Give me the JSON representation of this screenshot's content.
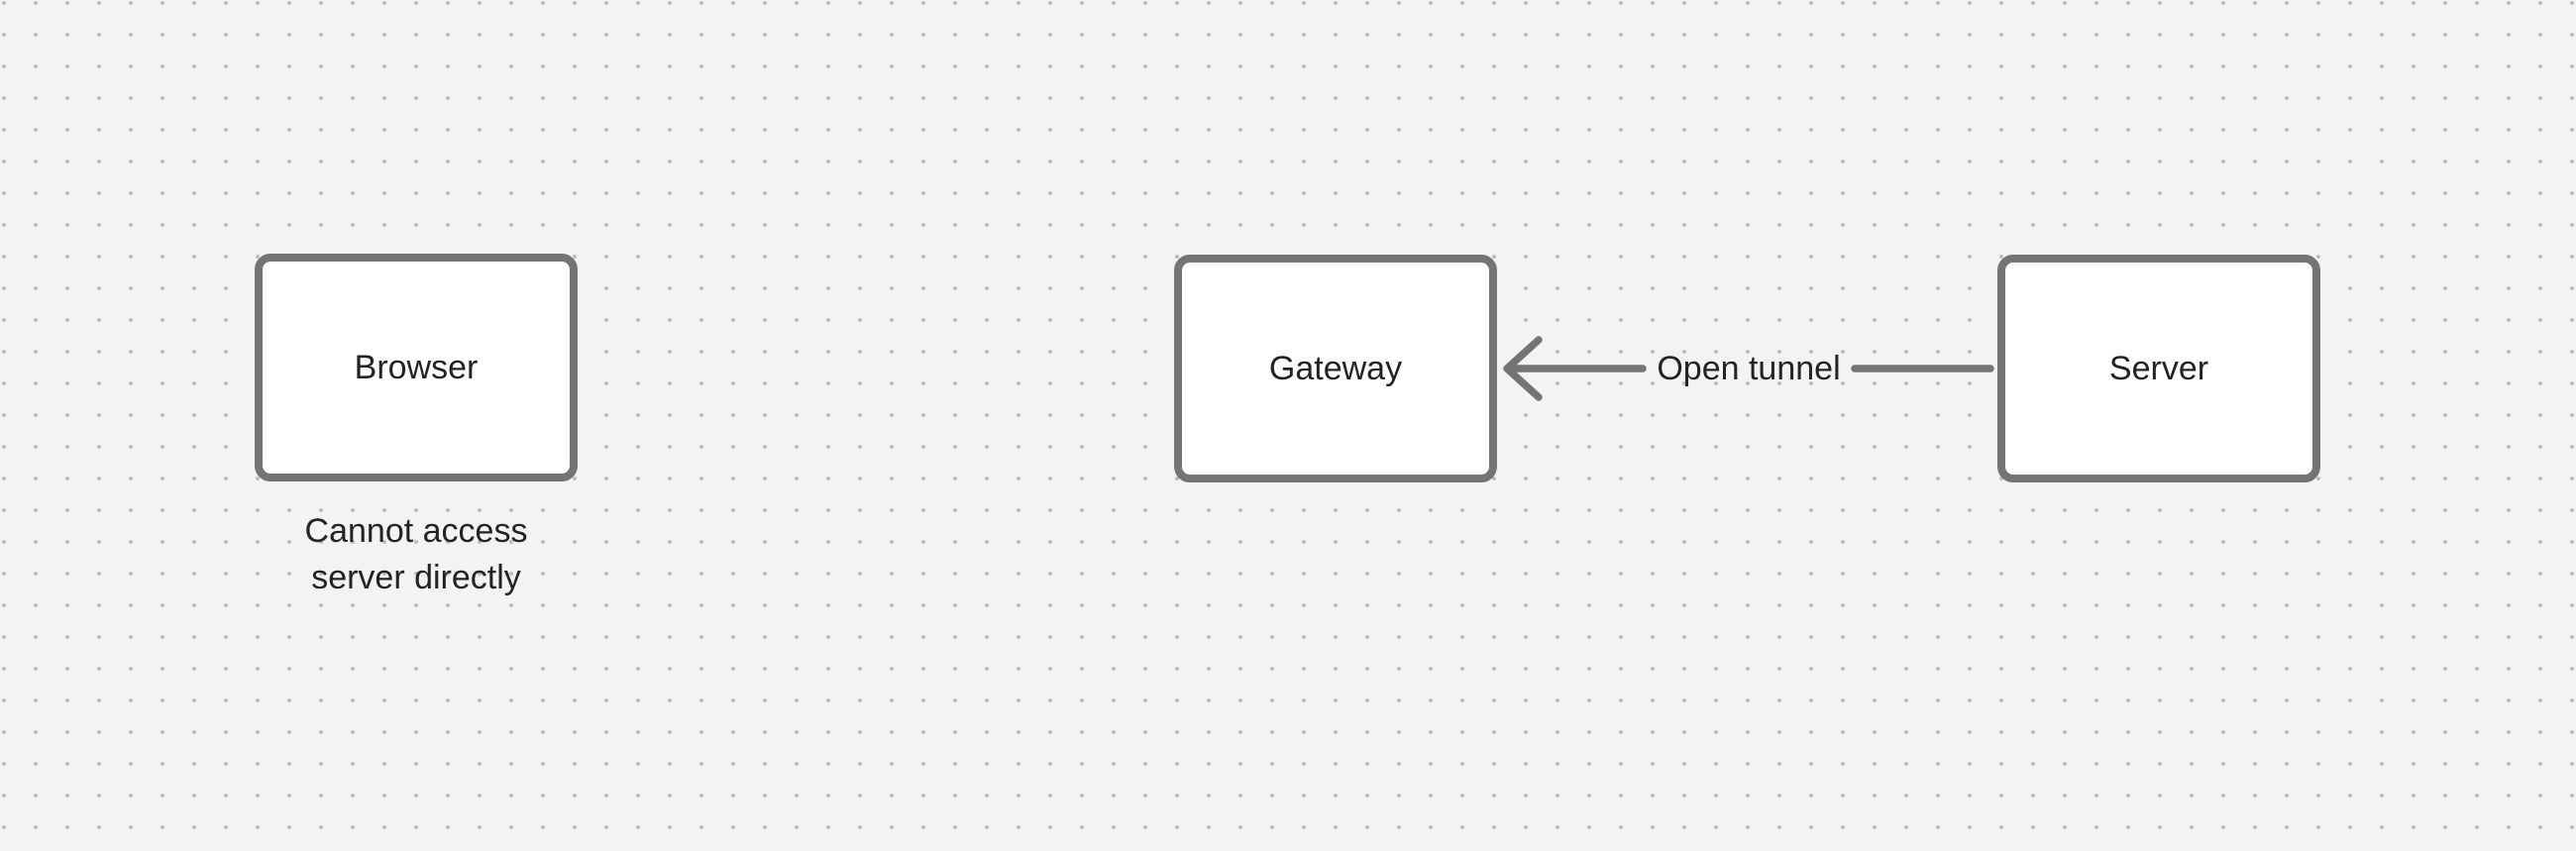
{
  "canvas": {
    "background_color": "#f3f3f2",
    "dot_grid_color": "#bdbdbc",
    "stroke_color": "#747474",
    "text_color": "#232323",
    "node_fill_color": "#ffffff"
  },
  "nodes": [
    {
      "id": "browser",
      "label": "Browser"
    },
    {
      "id": "gateway",
      "label": "Gateway"
    },
    {
      "id": "server",
      "label": "Server"
    }
  ],
  "connections": [
    {
      "from": "server",
      "to": "gateway",
      "label": "Open tunnel",
      "arrow_direction": "left"
    }
  ],
  "annotations": {
    "browser_caption": "Cannot access\nserver directly"
  }
}
